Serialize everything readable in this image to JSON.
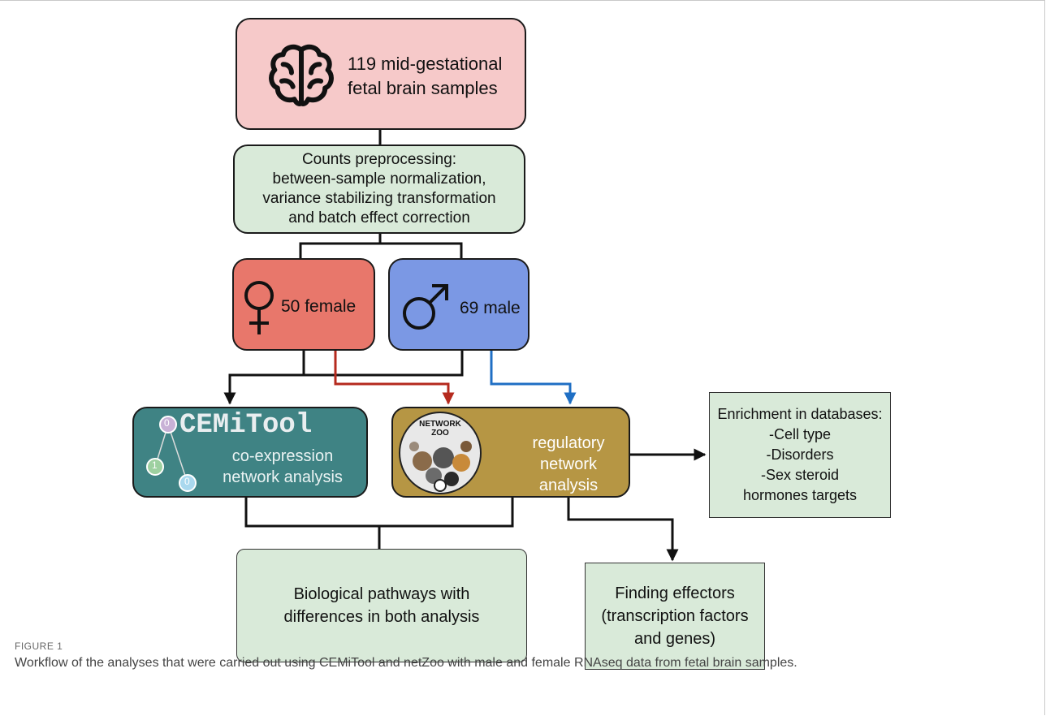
{
  "samples": {
    "text": "119 mid-gestational\nfetal brain samples",
    "icon": "brain-icon"
  },
  "preprocessing": {
    "text": "Counts preprocessing:\nbetween-sample normalization,\nvariance stabilizing transformation\nand batch effect correction"
  },
  "female": {
    "text": "50 female",
    "icon": "female-symbol-icon"
  },
  "male": {
    "text": "69 male",
    "icon": "male-symbol-icon"
  },
  "cemitool": {
    "logo_text": "CEMiTool",
    "node_labels": [
      "0",
      "1",
      "0"
    ],
    "text": "co-expression\nnetwork analysis"
  },
  "netzoo": {
    "logo_text": "NETWORK\nZOO",
    "text": "regulatory\nnetwork analysis"
  },
  "enrichment": {
    "text": "Enrichment in databases:\n-Cell type\n-Disorders\n-Sex steroid\nhormones targets"
  },
  "effectors": {
    "text": "Finding effectors\n(transcription factors\nand genes)"
  },
  "pathways": {
    "text": "Biological pathways with\ndifferences in both analysis"
  },
  "caption": {
    "label": "FIGURE 1",
    "text": "Workflow of the analyses that were carried out using CEMiTool and netZoo with male and female RNAseq data from fetal brain samples."
  },
  "colors": {
    "samples_fill": "#f6c9c9",
    "green_fill": "#d9ead9",
    "female_fill": "#e8776b",
    "male_fill": "#7b98e4",
    "cemitool_fill": "#3f8384",
    "netzoo_fill": "#b69644",
    "female_arrow": "#b52a1e",
    "male_arrow": "#1f6fc4"
  }
}
